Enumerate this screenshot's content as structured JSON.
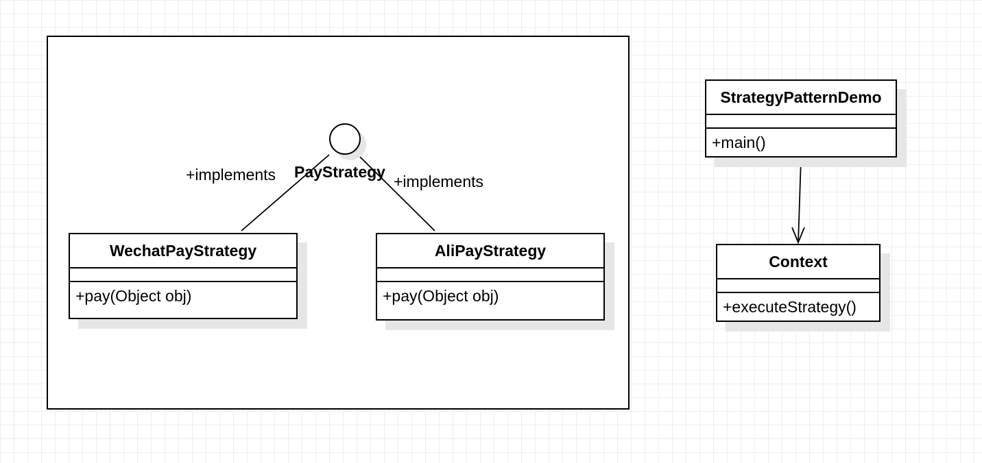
{
  "interface": {
    "name": "PayStrategy"
  },
  "relations": {
    "left_label": "+implements",
    "right_label": "+implements"
  },
  "classes": {
    "wechat": {
      "name": "WechatPayStrategy",
      "operation": "+pay(Object obj)"
    },
    "ali": {
      "name": "AliPayStrategy",
      "operation": "+pay(Object obj)"
    },
    "demo": {
      "name": "StrategyPatternDemo",
      "operation": "+main()"
    },
    "context": {
      "name": "Context",
      "operation": "+executeStrategy()"
    }
  }
}
